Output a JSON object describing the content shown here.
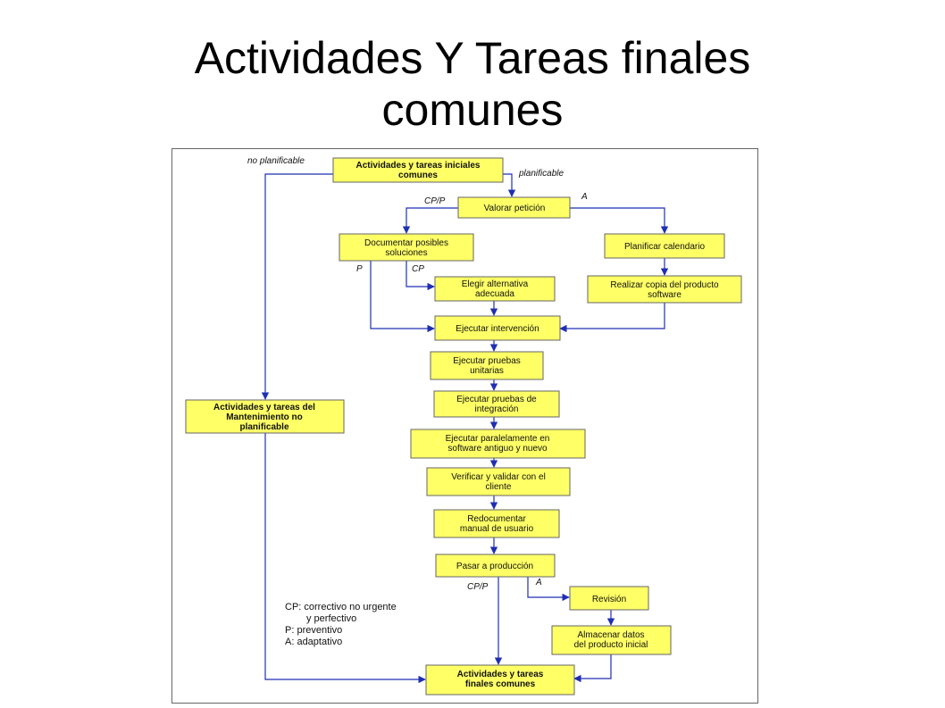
{
  "title": {
    "line1": "Actividades Y Tareas finales",
    "line2": "comunes"
  },
  "diagram": {
    "nodes": {
      "inicio": [
        "Actividades y tareas iniciales",
        "comunes"
      ],
      "valorar": [
        "Valorar petición"
      ],
      "documentar": [
        "Documentar posibles",
        "soluciones"
      ],
      "planificar": [
        "Planificar calendario"
      ],
      "elegir": [
        "Elegir alternativa",
        "adecuada"
      ],
      "copia": [
        "Realizar copia del producto",
        "software"
      ],
      "ejecutar": [
        "Ejecutar intervención"
      ],
      "unitarias": [
        "Ejecutar pruebas",
        "unitarias"
      ],
      "integracion": [
        "Ejecutar pruebas de",
        "integración"
      ],
      "paralelo": [
        "Ejecutar paralelamente en",
        "software antiguo y nuevo"
      ],
      "verificar": [
        "Verificar y validar con el",
        "cliente"
      ],
      "redocumentar": [
        "Redocumentar",
        "manual de usuario"
      ],
      "produccion": [
        "Pasar a producción"
      ],
      "revision": [
        "Revisión"
      ],
      "almacenar": [
        "Almacenar datos",
        "del producto inicial"
      ],
      "no_planificable": [
        "Actividades y tareas del",
        "Mantenimiento no",
        "planificable"
      ],
      "final": [
        "Actividades y tareas",
        "finales comunes"
      ]
    },
    "edge_labels": {
      "no_planificable": "no planificable",
      "planificable": "planificable",
      "cp_p_top": "CP/P",
      "a_top": "A",
      "p": "P",
      "cp": "CP",
      "cp_p_bottom": "CP/P",
      "a_bottom": "A"
    },
    "legend": [
      "CP: correctivo no urgente",
      "y perfectivo",
      "P: preventivo",
      "A: adaptativo"
    ]
  },
  "colors": {
    "box_fill": "#ffff66",
    "arrow": "#1f2fb3"
  }
}
